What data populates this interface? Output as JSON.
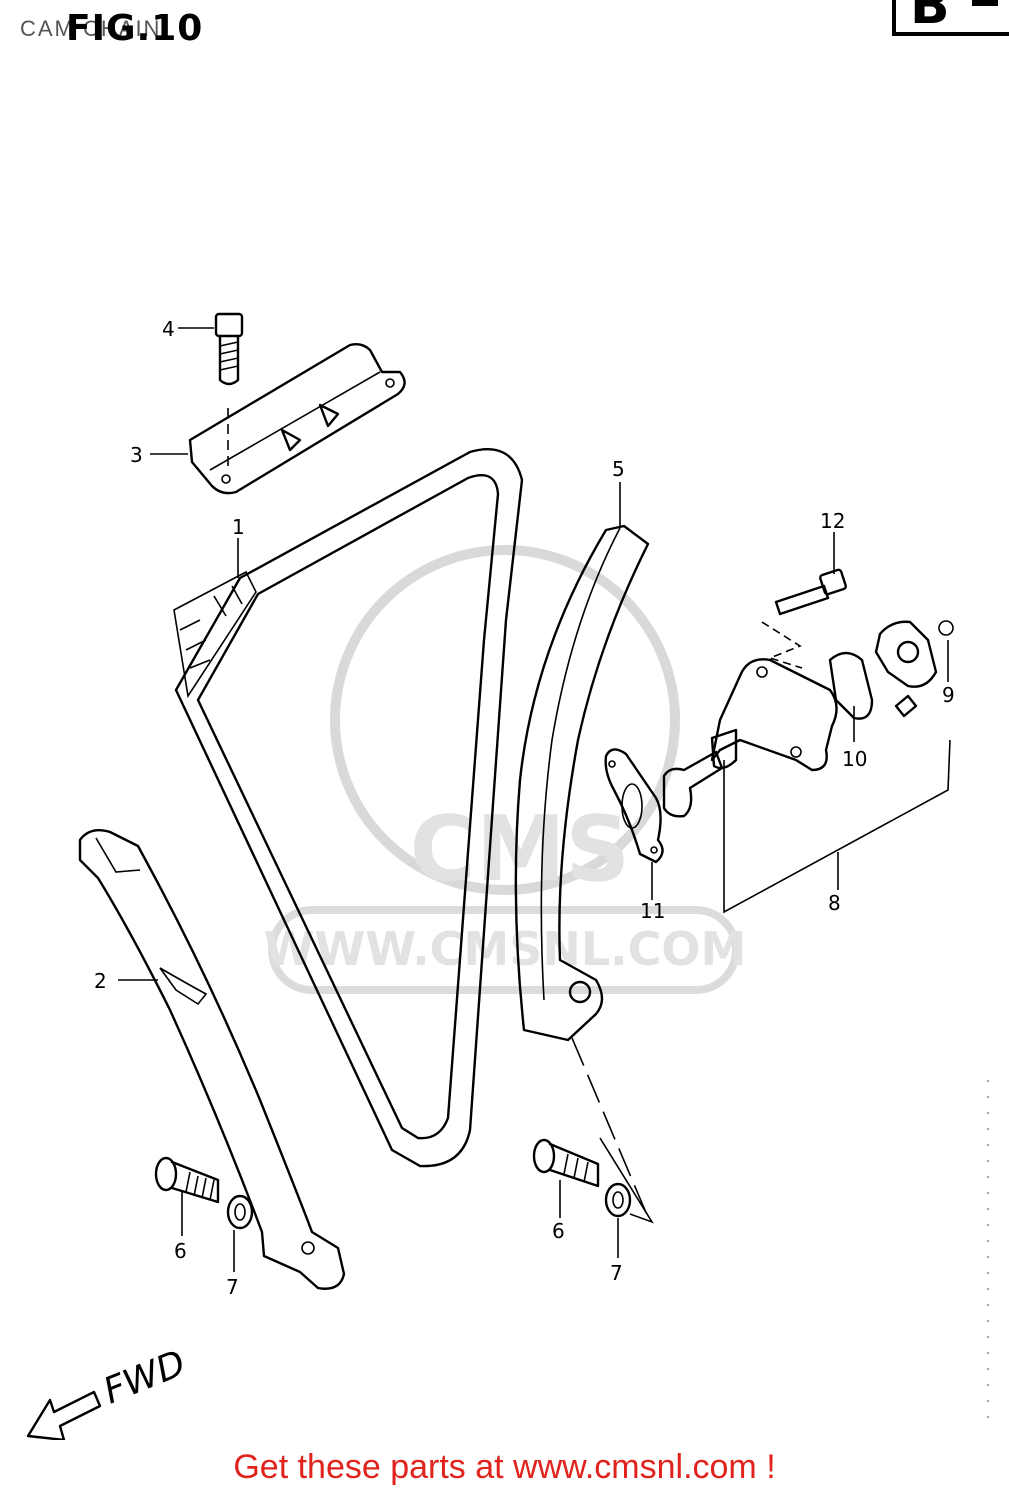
{
  "header": {
    "caption": "CAM CHAIN",
    "figure_label": "FIG.10",
    "page_letter": "B"
  },
  "callouts": {
    "c1": "1",
    "c2": "2",
    "c3": "3",
    "c4": "4",
    "c5": "5",
    "c6a": "6",
    "c6b": "6",
    "c7a": "7",
    "c7b": "7",
    "c8": "8",
    "c9": "9",
    "c10": "10",
    "c11": "11",
    "c12": "12"
  },
  "direction_label": "FWD",
  "watermark": {
    "text": "WWW.CMSNL.COM",
    "logo": "CMS"
  },
  "footer": {
    "text": "Get these parts at www.cmsnl.com !",
    "color": "#e0231c"
  }
}
